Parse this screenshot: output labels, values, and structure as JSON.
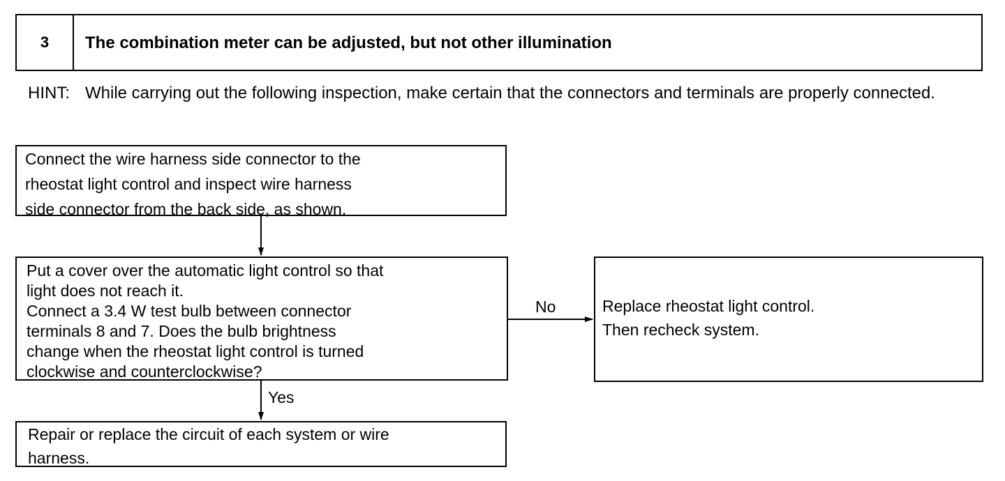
{
  "header": {
    "number": "3",
    "title": "The combination meter can be adjusted, but not other illumination"
  },
  "hint": {
    "label": "HINT:",
    "text": "While carrying out the following inspection, make certain that the connectors and terminals are properly connected."
  },
  "flow": {
    "step1": "Connect the wire harness side connector to the\nrheostat light control and inspect wire harness\nside connector from the back side, as shown.",
    "step2": "Put a cover over the automatic light control so that\nlight does not reach it.\nConnect a 3.4 W test bulb between connector\nterminals 8 and 7. Does the bulb brightness\nchange when the rheostat light control is turned\nclockwise and counterclockwise?",
    "result_no": "Replace rheostat light control.\nThen recheck system.",
    "result_yes": "Repair or replace the circuit of each system or wire\nharness.",
    "no_label": "No",
    "yes_label": "Yes"
  }
}
